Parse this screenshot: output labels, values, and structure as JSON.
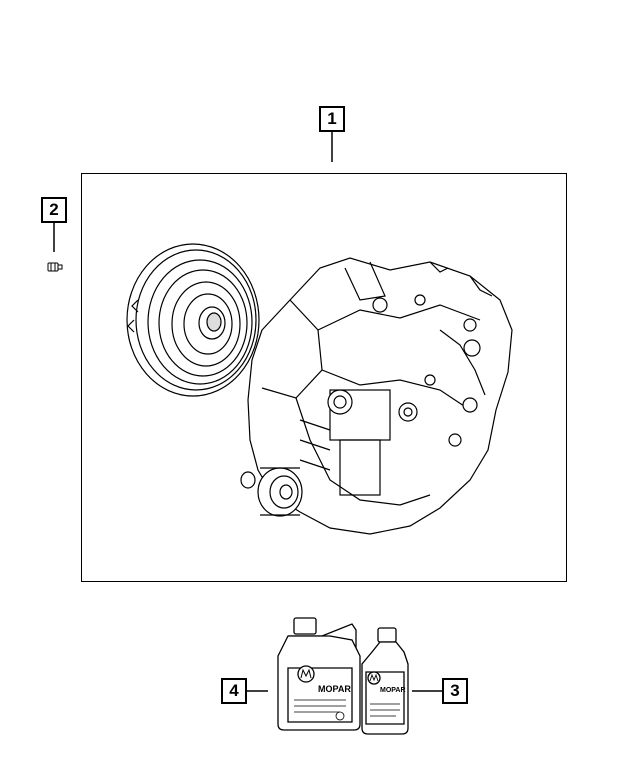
{
  "callouts": [
    {
      "id": "1",
      "label": "1"
    },
    {
      "id": "2",
      "label": "2"
    },
    {
      "id": "3",
      "label": "3"
    },
    {
      "id": "4",
      "label": "4"
    }
  ],
  "jugs": {
    "large_brand": "MOPAR",
    "small_brand": "MOPAR"
  },
  "colors": {
    "line": "#000000",
    "background": "#ffffff"
  }
}
